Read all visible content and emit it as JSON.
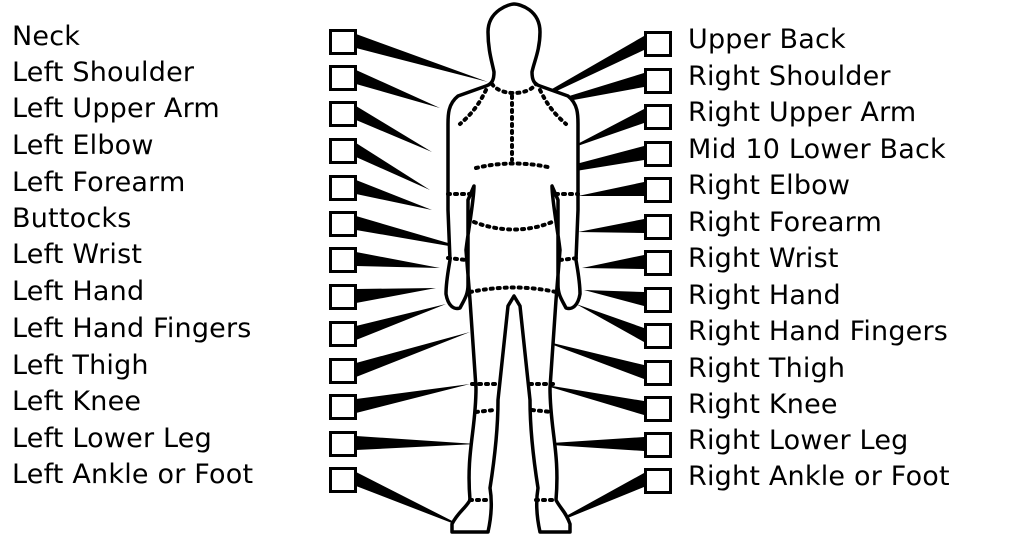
{
  "left_items": [
    {
      "label": "Neck"
    },
    {
      "label": "Left Shoulder"
    },
    {
      "label": "Left Upper Arm"
    },
    {
      "label": "Left Elbow"
    },
    {
      "label": "Left Forearm"
    },
    {
      "label": "Buttocks"
    },
    {
      "label": "Left Wrist"
    },
    {
      "label": "Left Hand"
    },
    {
      "label": "Left Hand Fingers"
    },
    {
      "label": "Left Thigh"
    },
    {
      "label": "Left Knee"
    },
    {
      "label": "Left Lower Leg"
    },
    {
      "label": "Left Ankle or Foot"
    }
  ],
  "right_items": [
    {
      "label": "Upper Back"
    },
    {
      "label": "Right Shoulder"
    },
    {
      "label": "Right Upper Arm"
    },
    {
      "label": "Mid 10 Lower Back"
    },
    {
      "label": "Right Elbow"
    },
    {
      "label": "Right Forearm"
    },
    {
      "label": "Right Wrist"
    },
    {
      "label": "Right Hand"
    },
    {
      "label": "Right Hand Fingers"
    },
    {
      "label": "Right Thigh"
    },
    {
      "label": "Right Knee"
    },
    {
      "label": "Right Lower Leg"
    },
    {
      "label": "Right Ankle or Foot"
    }
  ],
  "colors": {
    "ink": "#000000",
    "background": "#ffffff"
  }
}
